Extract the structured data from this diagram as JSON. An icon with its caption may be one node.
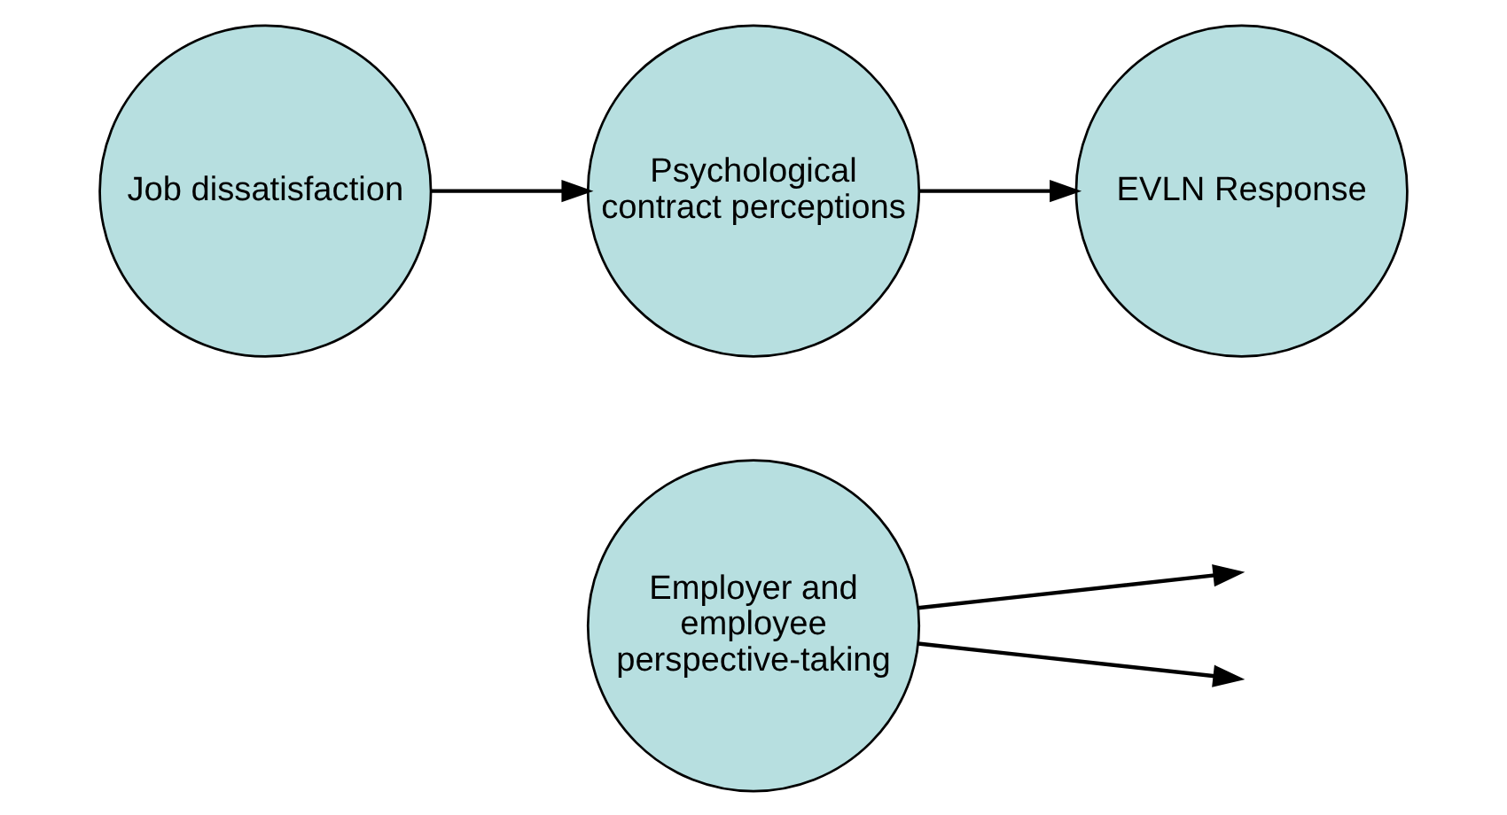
{
  "diagram": {
    "nodes": [
      {
        "text": [
          "Employer and employee perspective-taking"
        ]
      },
      {
        "text": [
          "Job dissatisfaction"
        ]
      },
      {
        "text": [
          "Psychological contract perceptions"
        ]
      },
      {
        "text": [
          "EVLN Response"
        ]
      }
    ],
    "edges": [
      {
        "from": 1,
        "to": 2,
        "arrow": "to"
      },
      {
        "from": 2,
        "to": 3,
        "arrow": "to"
      },
      {
        "from": 0,
        "to": null,
        "arrow": "to"
      },
      {
        "from": 0,
        "to": null,
        "arrow": "to"
      }
    ]
  }
}
